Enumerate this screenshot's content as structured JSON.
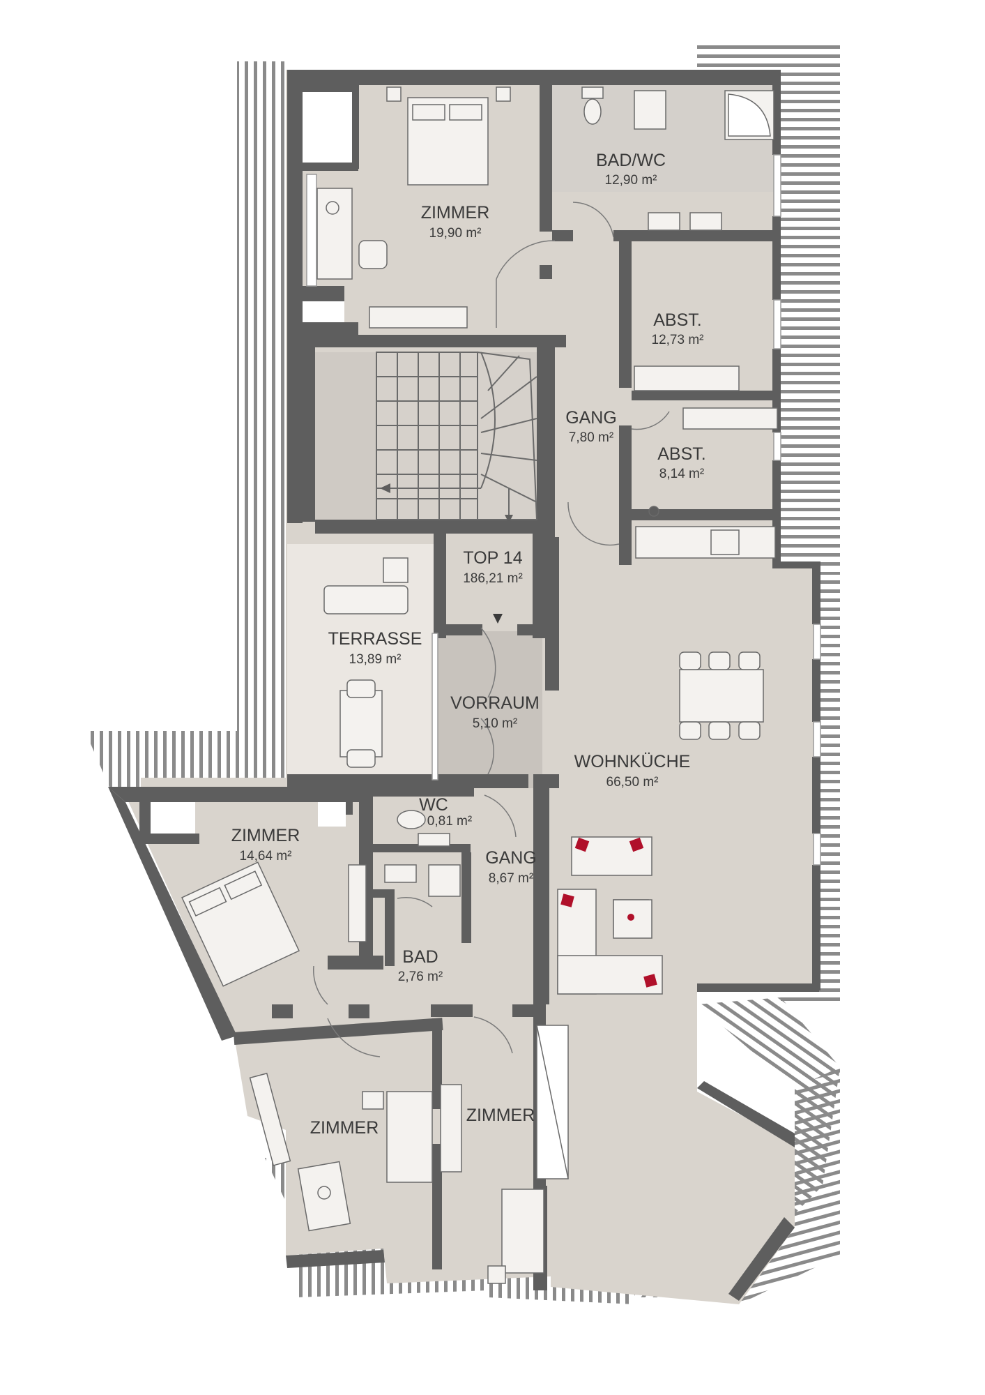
{
  "rooms": [
    {
      "id": "zimmer-1",
      "name": "ZIMMER",
      "area": "19,90 m²"
    },
    {
      "id": "bad-wc",
      "name": "BAD/WC",
      "area": "12,90 m²"
    },
    {
      "id": "abst-1",
      "name": "ABST.",
      "area": "12,73 m²"
    },
    {
      "id": "gang-1",
      "name": "GANG",
      "area": "7,80 m²"
    },
    {
      "id": "abst-2",
      "name": "ABST.",
      "area": "8,14 m²"
    },
    {
      "id": "top",
      "name": "TOP 14",
      "area": "186,21 m²"
    },
    {
      "id": "terrasse",
      "name": "TERRASSE",
      "area": "13,89 m²"
    },
    {
      "id": "vorraum",
      "name": "VORRAUM",
      "area": "5,10 m²"
    },
    {
      "id": "wohnkueche",
      "name": "WOHNKÜCHE",
      "area": "66,50 m²"
    },
    {
      "id": "wc",
      "name": "WC",
      "area": "0,81 m²"
    },
    {
      "id": "zimmer-2",
      "name": "ZIMMER",
      "area": "14,64 m²"
    },
    {
      "id": "gang-2",
      "name": "GANG",
      "area": "8,67 m²"
    },
    {
      "id": "bad",
      "name": "BAD",
      "area": "2,76 m²"
    },
    {
      "id": "zimmer-3",
      "name": "ZIMMER",
      "area": ""
    },
    {
      "id": "zimmer-4",
      "name": "ZIMMER",
      "area": ""
    }
  ],
  "colors": {
    "wall": "#5e5e5e",
    "room_floor": "#d9d4cd",
    "vorraum_floor": "#c8c3bd",
    "terrace_floor": "#ebe7e2",
    "bath_floor": "#d4d0cb",
    "hatch": "#8a8a8a",
    "accent_pillow": "#b0102a",
    "text": "#3a3a3a"
  }
}
